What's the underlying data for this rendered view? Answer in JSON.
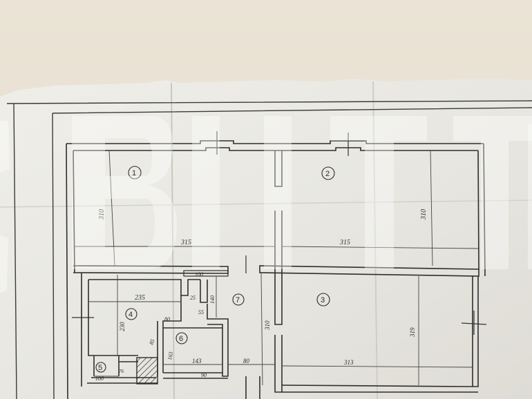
{
  "rooms": [
    {
      "id": "1",
      "label": "1"
    },
    {
      "id": "2",
      "label": "2"
    },
    {
      "id": "3",
      "label": "3"
    },
    {
      "id": "4",
      "label": "4"
    },
    {
      "id": "5",
      "label": "5"
    },
    {
      "id": "6",
      "label": "6"
    },
    {
      "id": "7",
      "label": "7"
    }
  ],
  "dimensions": {
    "room1_height": "310",
    "room1_width": "315",
    "room2_height": "310",
    "room2_width": "315",
    "opening_top": "100",
    "room3_height": "310",
    "room3_height_right": "319",
    "room3_width": "313",
    "room4_width": "235",
    "room4_height": "230",
    "corridor_top": "25",
    "corridor_height": "140",
    "stub_height": "55",
    "room6_top": "80",
    "room6_side_a": "85",
    "room6_side_b": "163",
    "room6_width": "143",
    "room6_bottom": "90",
    "bath_width": "100",
    "bath_side": "76",
    "hall_door": "80"
  },
  "colors": {
    "wall_bg": "#e9e2d4",
    "paper": "#ecebe5",
    "wall_line": "#2e2e2e",
    "watermark": "#ffffff"
  }
}
